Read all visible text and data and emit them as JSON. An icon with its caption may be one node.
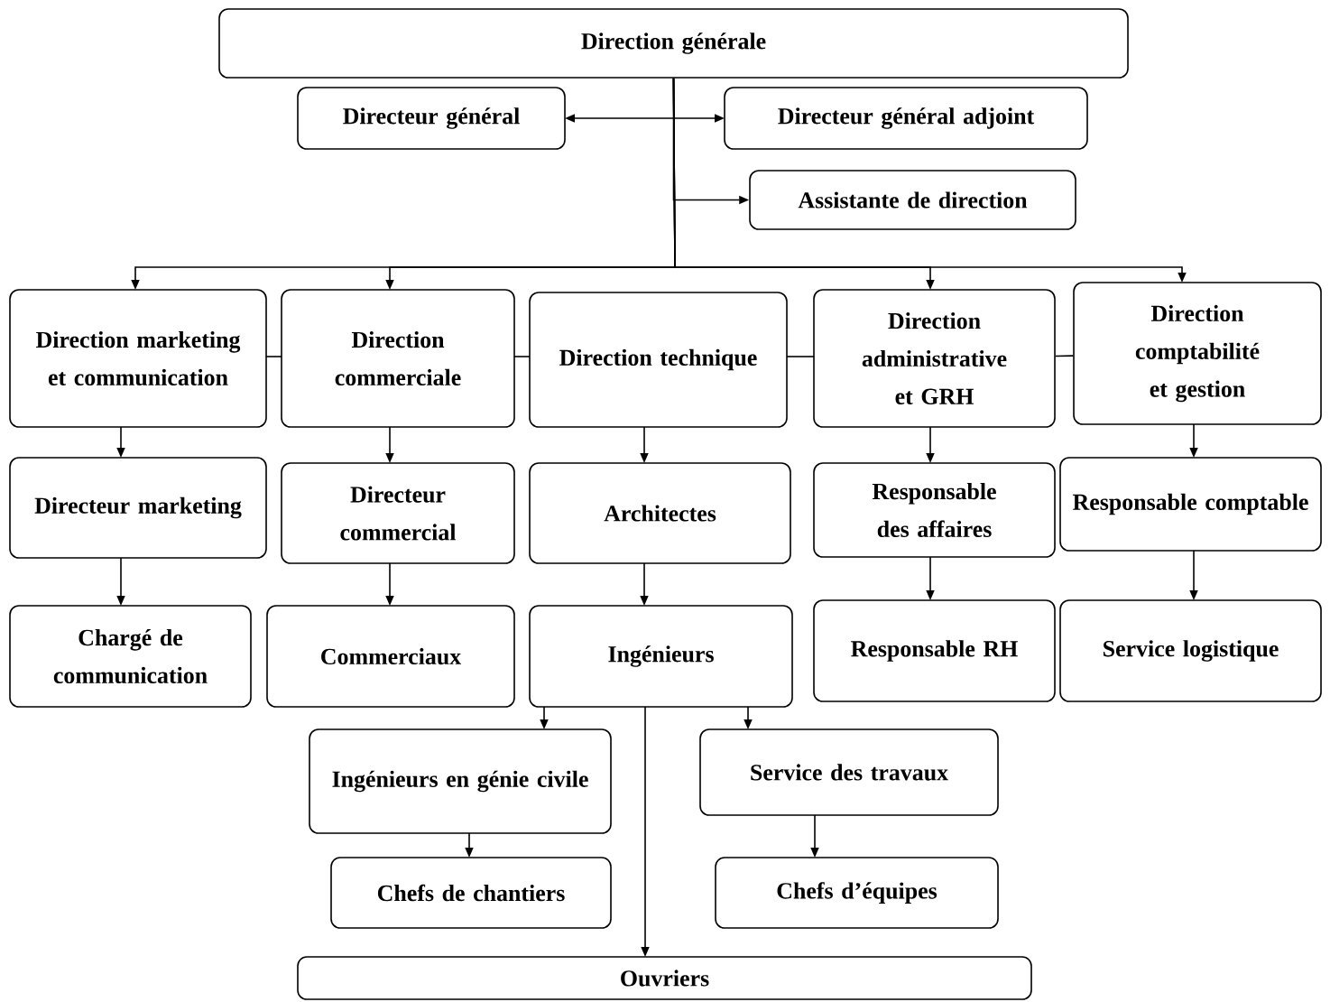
{
  "diagram": {
    "nodes": [
      {
        "text": [
          "Direction générale"
        ]
      },
      {
        "text": [
          "Directeur général"
        ]
      },
      {
        "text": [
          "Directeur général adjoint"
        ]
      },
      {
        "text": [
          "Assistante de direction"
        ]
      },
      {
        "text": [
          "Direction marketing et communication"
        ]
      },
      {
        "text": [
          "Direction commerciale"
        ]
      },
      {
        "text": [
          "Direction technique"
        ]
      },
      {
        "text": [
          "Direction administrative et GRH"
        ]
      },
      {
        "text": [
          "Direction comptabilité et gestion"
        ]
      },
      {
        "text": [
          "Directeur marketing"
        ]
      },
      {
        "text": [
          "Directeur commercial"
        ]
      },
      {
        "text": [
          "Architectes"
        ]
      },
      {
        "text": [
          "Responsable des affaires"
        ]
      },
      {
        "text": [
          "Responsable comptable"
        ]
      },
      {
        "text": [
          "Chargé de communication"
        ]
      },
      {
        "text": [
          "Commerciaux"
        ]
      },
      {
        "text": [
          "Ingénieurs"
        ]
      },
      {
        "text": [
          "Responsable RH"
        ]
      },
      {
        "text": [
          "Service logistique"
        ]
      },
      {
        "text": [
          "Ingénieurs en génie civile"
        ]
      },
      {
        "text": [
          "Service des travaux"
        ]
      },
      {
        "text": [
          "Chefs de chantiers"
        ]
      },
      {
        "text": [
          "Chefs d’équipes"
        ]
      },
      {
        "text": [
          "Ouvriers"
        ]
      }
    ],
    "edges": [
      {
        "from": 1,
        "to": 2,
        "arrow": "both"
      },
      {
        "from": 0,
        "to": 3,
        "arrow": "to"
      },
      {
        "from": 0,
        "to": 4,
        "arrow": "to"
      },
      {
        "from": 0,
        "to": 5,
        "arrow": "to"
      },
      {
        "from": 0,
        "to": 7,
        "arrow": "to"
      },
      {
        "from": 0,
        "to": 8,
        "arrow": "to"
      },
      {
        "from": 4,
        "to": 5,
        "arrow": "none"
      },
      {
        "from": 5,
        "to": 6,
        "arrow": "none"
      },
      {
        "from": 6,
        "to": 7,
        "arrow": "none"
      },
      {
        "from": 7,
        "to": 8,
        "arrow": "none"
      },
      {
        "from": 4,
        "to": 9,
        "arrow": "to"
      },
      {
        "from": 5,
        "to": 10,
        "arrow": "to"
      },
      {
        "from": 6,
        "to": 11,
        "arrow": "to"
      },
      {
        "from": 7,
        "to": 12,
        "arrow": "to"
      },
      {
        "from": 8,
        "to": 13,
        "arrow": "to"
      },
      {
        "from": 9,
        "to": 14,
        "arrow": "to"
      },
      {
        "from": 10,
        "to": 15,
        "arrow": "to"
      },
      {
        "from": 11,
        "to": 16,
        "arrow": "to"
      },
      {
        "from": 12,
        "to": 17,
        "arrow": "to"
      },
      {
        "from": 13,
        "to": 18,
        "arrow": "to"
      },
      {
        "from": 16,
        "to": 19,
        "arrow": "to"
      },
      {
        "from": 16,
        "to": 23,
        "arrow": "to"
      },
      {
        "from": 16,
        "to": 20,
        "arrow": "to"
      },
      {
        "from": 19,
        "to": 21,
        "arrow": "to"
      },
      {
        "from": 20,
        "to": 22,
        "arrow": "to"
      }
    ]
  }
}
